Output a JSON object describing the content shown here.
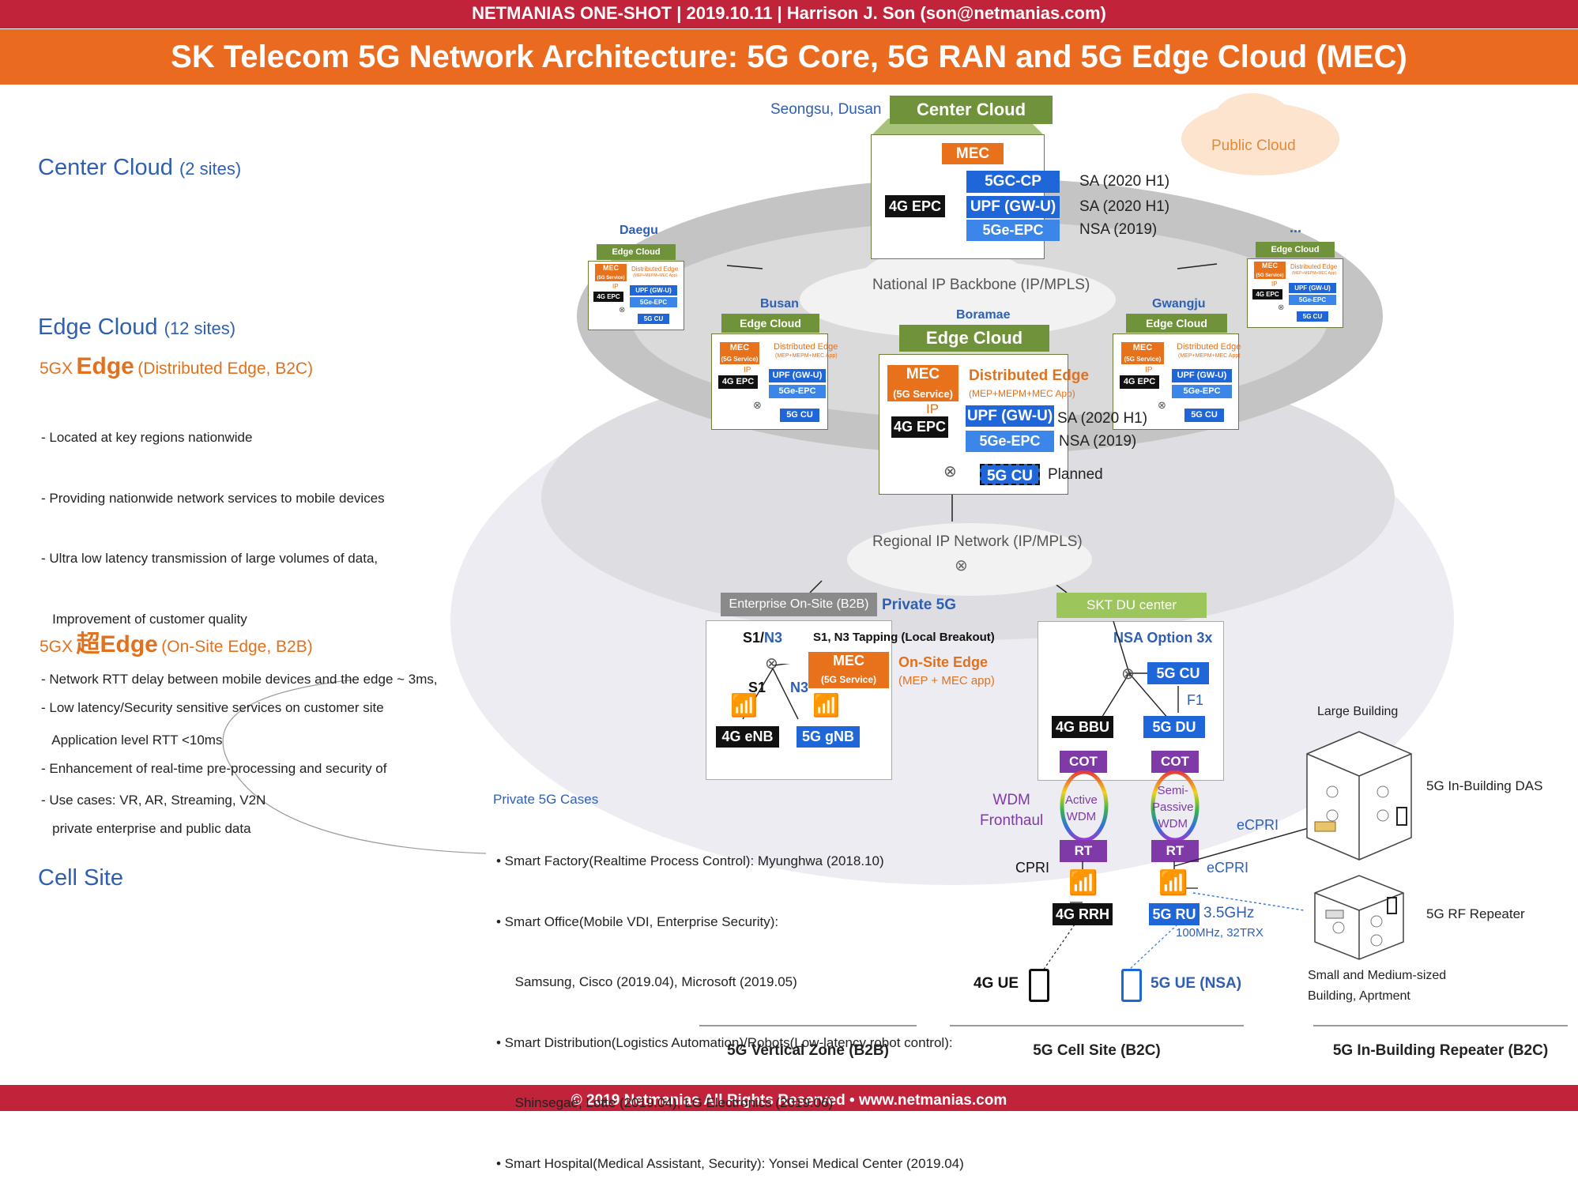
{
  "header": {
    "strip": "NETMANIAS ONE-SHOT  |  2019.10.11  |  Harrison J. Son (son@netmanias.com)",
    "title": "SK Telecom 5G Network Architecture: 5G Core, 5G RAN and 5G Edge Cloud (MEC)"
  },
  "footer": "© 2019 Netmanias All Rights Reserved • www.netmanias.com",
  "left": {
    "center_cloud": {
      "label": "Center Cloud",
      "sites": "(2 sites)"
    },
    "edge_cloud": {
      "label": "Edge Cloud",
      "sites": "(12 sites)"
    },
    "edge_5gx": {
      "prefix": "5GX",
      "name": "Edge",
      "desc": "(Distributed Edge, B2C)",
      "bullets": [
        "- Located at key regions nationwide",
        "- Providing nationwide network services to mobile devices",
        "- Ultra low latency transmission of large volumes of data,",
        "   Improvement of customer quality",
        "- Network RTT delay between mobile devices and the edge ~ 3ms,",
        "   Application level RTT <10ms",
        "- Use cases: VR, AR, Streaming, V2N"
      ]
    },
    "super_edge": {
      "prefix": "5GX",
      "name": "超Edge",
      "desc": "(On-Site Edge, B2B)",
      "bullets": [
        "- Low latency/Security sensitive services on customer site",
        "- Enhancement of real-time pre-processing and security of",
        "   private enterprise and public data"
      ]
    },
    "cell_site": "Cell Site"
  },
  "center": {
    "location": "Seongsu, Dusan",
    "header": "Center Cloud",
    "mec": "MEC",
    "gc_cp": "5GC-CP",
    "upf": "UPF (GW-U)",
    "epc5g": "5Ge-EPC",
    "epc4g": "4G EPC",
    "sa1": "SA (2020 H1)",
    "sa2": "SA (2020 H1)",
    "nsa": "NSA (2019)"
  },
  "public_cloud": "Public Cloud",
  "backbone": "National IP Backbone (IP/MPLS)",
  "regional": "Regional IP Network (IP/MPLS)",
  "small_edge": {
    "header": "Edge Cloud",
    "mec": "MEC",
    "mec_sub": "(5G Service)",
    "dist": "Distributed Edge",
    "dist_sub": "(MEP+MEPM+MEC App)",
    "ip": "IP",
    "epc4g": "4G EPC",
    "upf": "UPF (GW-U)",
    "epc5g": "5Ge-EPC",
    "cu": "5G CU"
  },
  "sites": {
    "daegu": "Daegu",
    "busan": "Busan",
    "boramae": "Boramae",
    "gwangju": "Gwangju",
    "more": "..."
  },
  "big_edge": {
    "header": "Edge Cloud",
    "mec": "MEC",
    "mec_sub": "(5G Service)",
    "dist": "Distributed Edge",
    "dist_sub": "(MEP+MEPM+MEC App)",
    "ip": "IP",
    "epc4g": "4G EPC",
    "upf": "UPF (GW-U)",
    "epc5g": "5Ge-EPC",
    "cu": "5G CU",
    "sa": "SA (2020 H1)",
    "nsa": "NSA (2019)",
    "planned": "Planned"
  },
  "enterprise": {
    "header": "Enterprise On-Site (B2B)",
    "private": "Private 5G",
    "s1": "S1/",
    "n3": "N3",
    "tapping": "S1, N3 Tapping (Local Breakout)",
    "mec": "MEC",
    "mec_sub": "(5G Service)",
    "onsite": "On-Site Edge",
    "onsite_sub": "(MEP + MEC app)",
    "s1b": "S1",
    "n3b": "N3",
    "enb": "4G eNB",
    "gnb": "5G gNB"
  },
  "du": {
    "header": "SKT DU center",
    "nsa": "NSA Option 3x",
    "cu": "5G CU",
    "f1": "F1",
    "bbu": "4G BBU",
    "du": "5G DU",
    "cot1": "COT",
    "cot2": "COT",
    "active": [
      "Active",
      "WDM"
    ],
    "semi": [
      "Semi-",
      "Passive",
      "WDM"
    ],
    "wdm": [
      "WDM",
      "Fronthaul"
    ],
    "rt1": "RT",
    "rt2": "RT",
    "cpri": "CPRI",
    "ecpri1": "eCPRI",
    "ecpri2": "eCPRI",
    "rrh": "4G RRH",
    "ru": "5G RU",
    "freq": "3.5GHz",
    "bw": "100MHz, 32TRX",
    "ue4": "4G UE",
    "ue5": "5G UE (NSA)"
  },
  "private_cases": {
    "title": "Private 5G Cases",
    "lines": [
      "• Smart Factory(Realtime Process Control): Myunghwa (2018.10)",
      "• Smart Office(Mobile VDI, Enterprise Security):",
      "     Samsung, Cisco (2019.04), Microsoft (2019.05)",
      "• Smart Distribution(Logistics Automation)/Robots(Low-latency robot control):",
      "     Shinsegae, Lotte (2019.04), LG Electronics (2019.06)",
      "• Smart Hospital(Medical Assistant, Security): Yonsei Medical Center (2019.04)"
    ]
  },
  "buildings": {
    "large": "Large Building",
    "das": "5G In-Building DAS",
    "rf": "5G RF Repeater",
    "small": [
      "Small and Medium-sized",
      "Building, Aprtment"
    ]
  },
  "zones": {
    "vertical": "5G Vertical Zone (B2B)",
    "cell": "5G Cell Site (B2C)",
    "inbuilding": "5G In-Building Repeater (B2C)"
  },
  "colors": {
    "header_strip": "#c0233a",
    "title_bar": "#ea6b1f",
    "tier_blue": "#2f5fb3",
    "accent_orange": "#e2711d",
    "chip_blue": "#1f66d8",
    "edge_green": "#70923a"
  }
}
